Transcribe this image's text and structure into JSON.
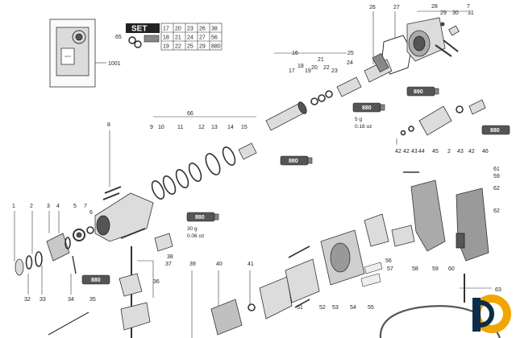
{
  "set_table": {
    "label": "SET",
    "row1": [
      "17",
      "20",
      "23",
      "26",
      "38"
    ],
    "row2": [
      "18",
      "21",
      "24",
      "27",
      "56"
    ],
    "row3": [
      "19",
      "22",
      "25",
      "29",
      "880"
    ]
  },
  "set_ref": "65",
  "inset_ref": "1001",
  "grease_tubes": [
    {
      "id": "tube-top-right",
      "label": "890"
    },
    {
      "id": "tube-mid",
      "label": "880"
    },
    {
      "id": "tube-left-mid",
      "label": "880"
    },
    {
      "id": "tube-left-lower",
      "label": "880"
    },
    {
      "id": "tube-right",
      "label": "880"
    },
    {
      "id": "tube-lower-left",
      "label": "880"
    }
  ],
  "grease_notes": [
    {
      "amount": "5 g",
      "oz": "0.18 oz"
    },
    {
      "amount": "30 g",
      "oz": "0.06 oz"
    }
  ],
  "labels": {
    "n1": "1",
    "n2": "2",
    "n3": "3",
    "n4": "4",
    "n5": "5",
    "n6": "6",
    "n7": "7",
    "n8": "8",
    "n9": "9",
    "n10": "10",
    "n11": "11",
    "n12": "12",
    "n13": "13",
    "n14": "14",
    "n15": "15",
    "n16": "16",
    "n17": "17",
    "n18": "18",
    "n19": "19",
    "n20": "20",
    "n21": "21",
    "n22": "22",
    "n23": "23",
    "n24": "24",
    "n25": "25",
    "n26": "26",
    "n27": "27",
    "n28": "28",
    "n29": "29",
    "n30": "30",
    "n31": "31",
    "n32": "32",
    "n33": "33",
    "n34": "34",
    "n35": "35",
    "n36": "36",
    "n37": "37",
    "n38": "38",
    "n39": "39",
    "n40": "40",
    "n41": "41",
    "n42a": "42",
    "n42b": "42",
    "n43a": "43",
    "n44": "44",
    "n45": "45",
    "n2b": "2",
    "n43b": "43",
    "n42c": "42",
    "n46": "46",
    "n51": "51",
    "n52": "52",
    "n53": "53",
    "n54": "54",
    "n55": "55",
    "n56": "56",
    "n57": "57",
    "n58": "58",
    "n59": "59",
    "n60": "60",
    "n61": "61",
    "n59b": "59",
    "n62a": "62",
    "n62b": "62",
    "n63": "63",
    "n66": "66",
    "n7b": "7"
  }
}
